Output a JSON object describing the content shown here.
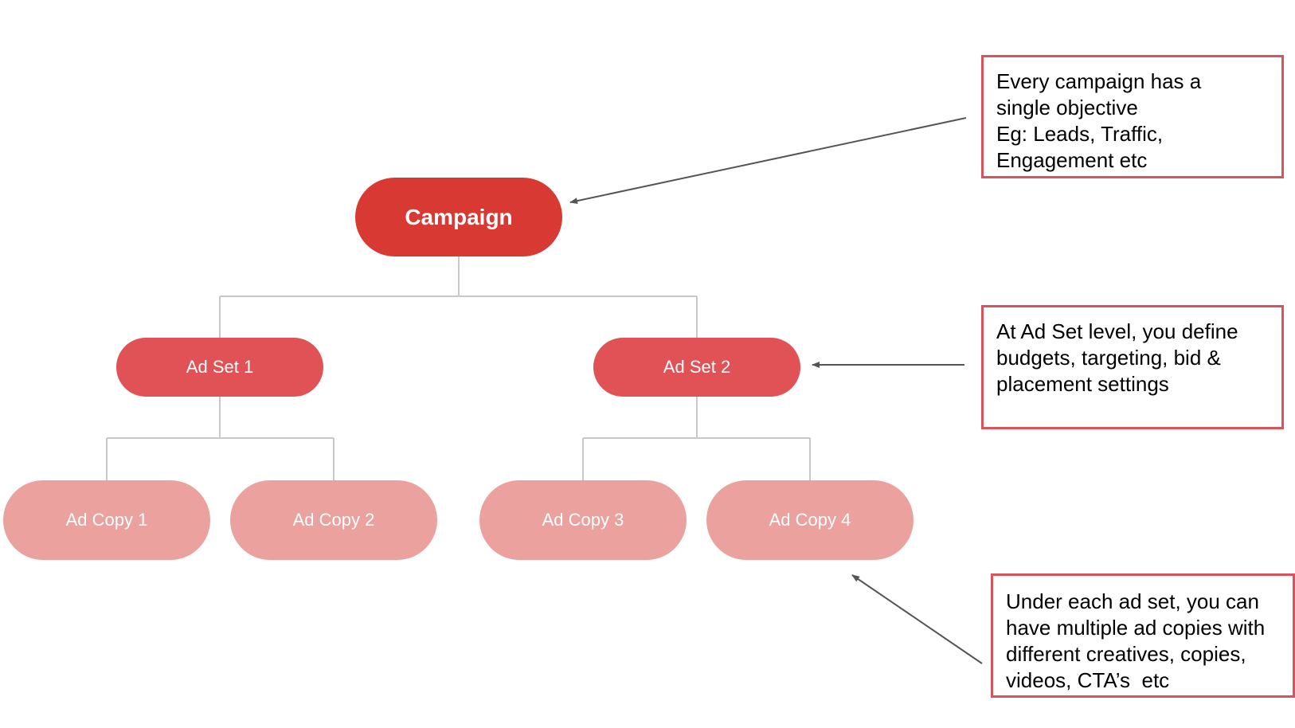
{
  "colors": {
    "campaign": "#d83a33",
    "adset": "#e05255",
    "adcopy": "#eba29e",
    "connector": "#c8c8c8",
    "arrow": "#555555",
    "note_border": "#d9545a"
  },
  "campaign": {
    "label": "Campaign"
  },
  "adsets": [
    {
      "label": "Ad Set 1"
    },
    {
      "label": "Ad Set 2"
    }
  ],
  "adcopies": [
    {
      "label": "Ad Copy 1"
    },
    {
      "label": "Ad Copy 2"
    },
    {
      "label": "Ad Copy 3"
    },
    {
      "label": "Ad Copy 4"
    }
  ],
  "notes": {
    "campaign": [
      "Every campaign has a",
      "single objective",
      "Eg: Leads, Traffic,",
      "Engagement etc"
    ],
    "adset": [
      "At Ad Set level, you define",
      "budgets, targeting, bid &",
      "placement settings"
    ],
    "adcopy": [
      "Under each ad set, you can",
      "have multiple ad copies with",
      "different creatives, copies,",
      "videos, CTA’s  etc"
    ]
  }
}
